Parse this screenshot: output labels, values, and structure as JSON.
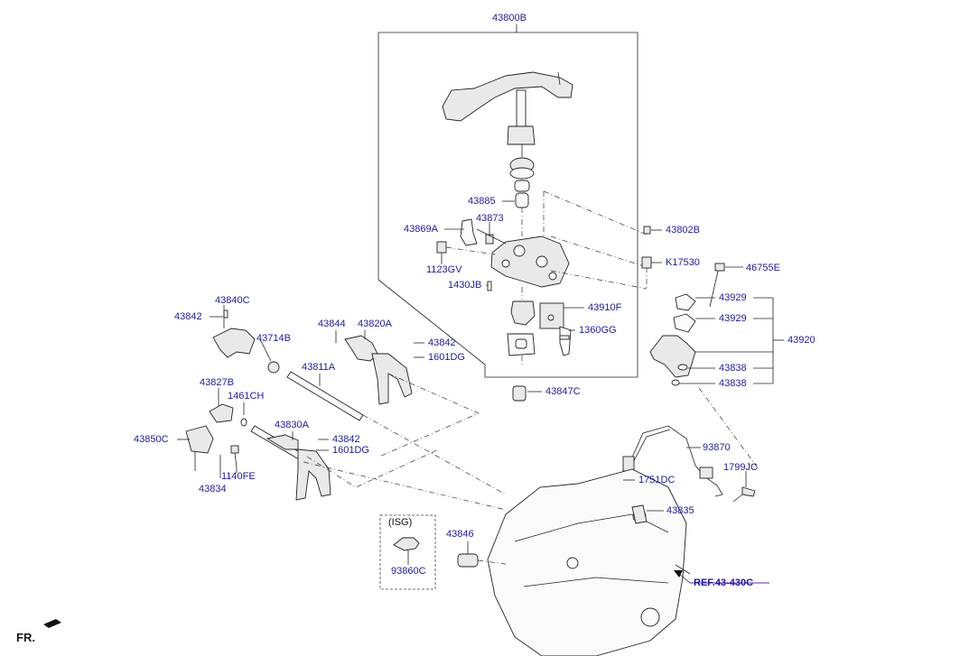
{
  "labels": {
    "p43800B": "43800B",
    "p43885": "43885",
    "p43873": "43873",
    "p43869A": "43869A",
    "p43802B": "43802B",
    "pK17530": "K17530",
    "p46755E": "46755E",
    "p1123GV": "1123GV",
    "p1430JB": "1430JB",
    "p43929a": "43929",
    "p43929b": "43929",
    "p43920": "43920",
    "p43910F": "43910F",
    "p1360GG": "1360GG",
    "p43838a": "43838",
    "p43838b": "43838",
    "p43847C": "43847C",
    "p43840C": "43840C",
    "p43842a": "43842",
    "p43844": "43844",
    "p43820A": "43820A",
    "p43714B": "43714B",
    "p43842b": "43842",
    "p1601DGa": "1601DG",
    "p43811A": "43811A",
    "p43827B": "43827B",
    "p1461CH": "1461CH",
    "p43830A": "43830A",
    "p43850C": "43850C",
    "p43842c": "43842",
    "p1601DGb": "1601DG",
    "p1140FE": "1140FE",
    "p43834": "43834",
    "p93870": "93870",
    "p1751DC": "1751DC",
    "p1799JC": "1799JC",
    "p43835": "43835",
    "isg": "(ISG)",
    "p93860C": "93860C",
    "p43846": "43846",
    "ref": "REF.43-430C",
    "fr": "FR."
  },
  "colors": {
    "label": "#1a1aa6",
    "ref_underline": "#7a1fb5",
    "lines": "#222222"
  }
}
